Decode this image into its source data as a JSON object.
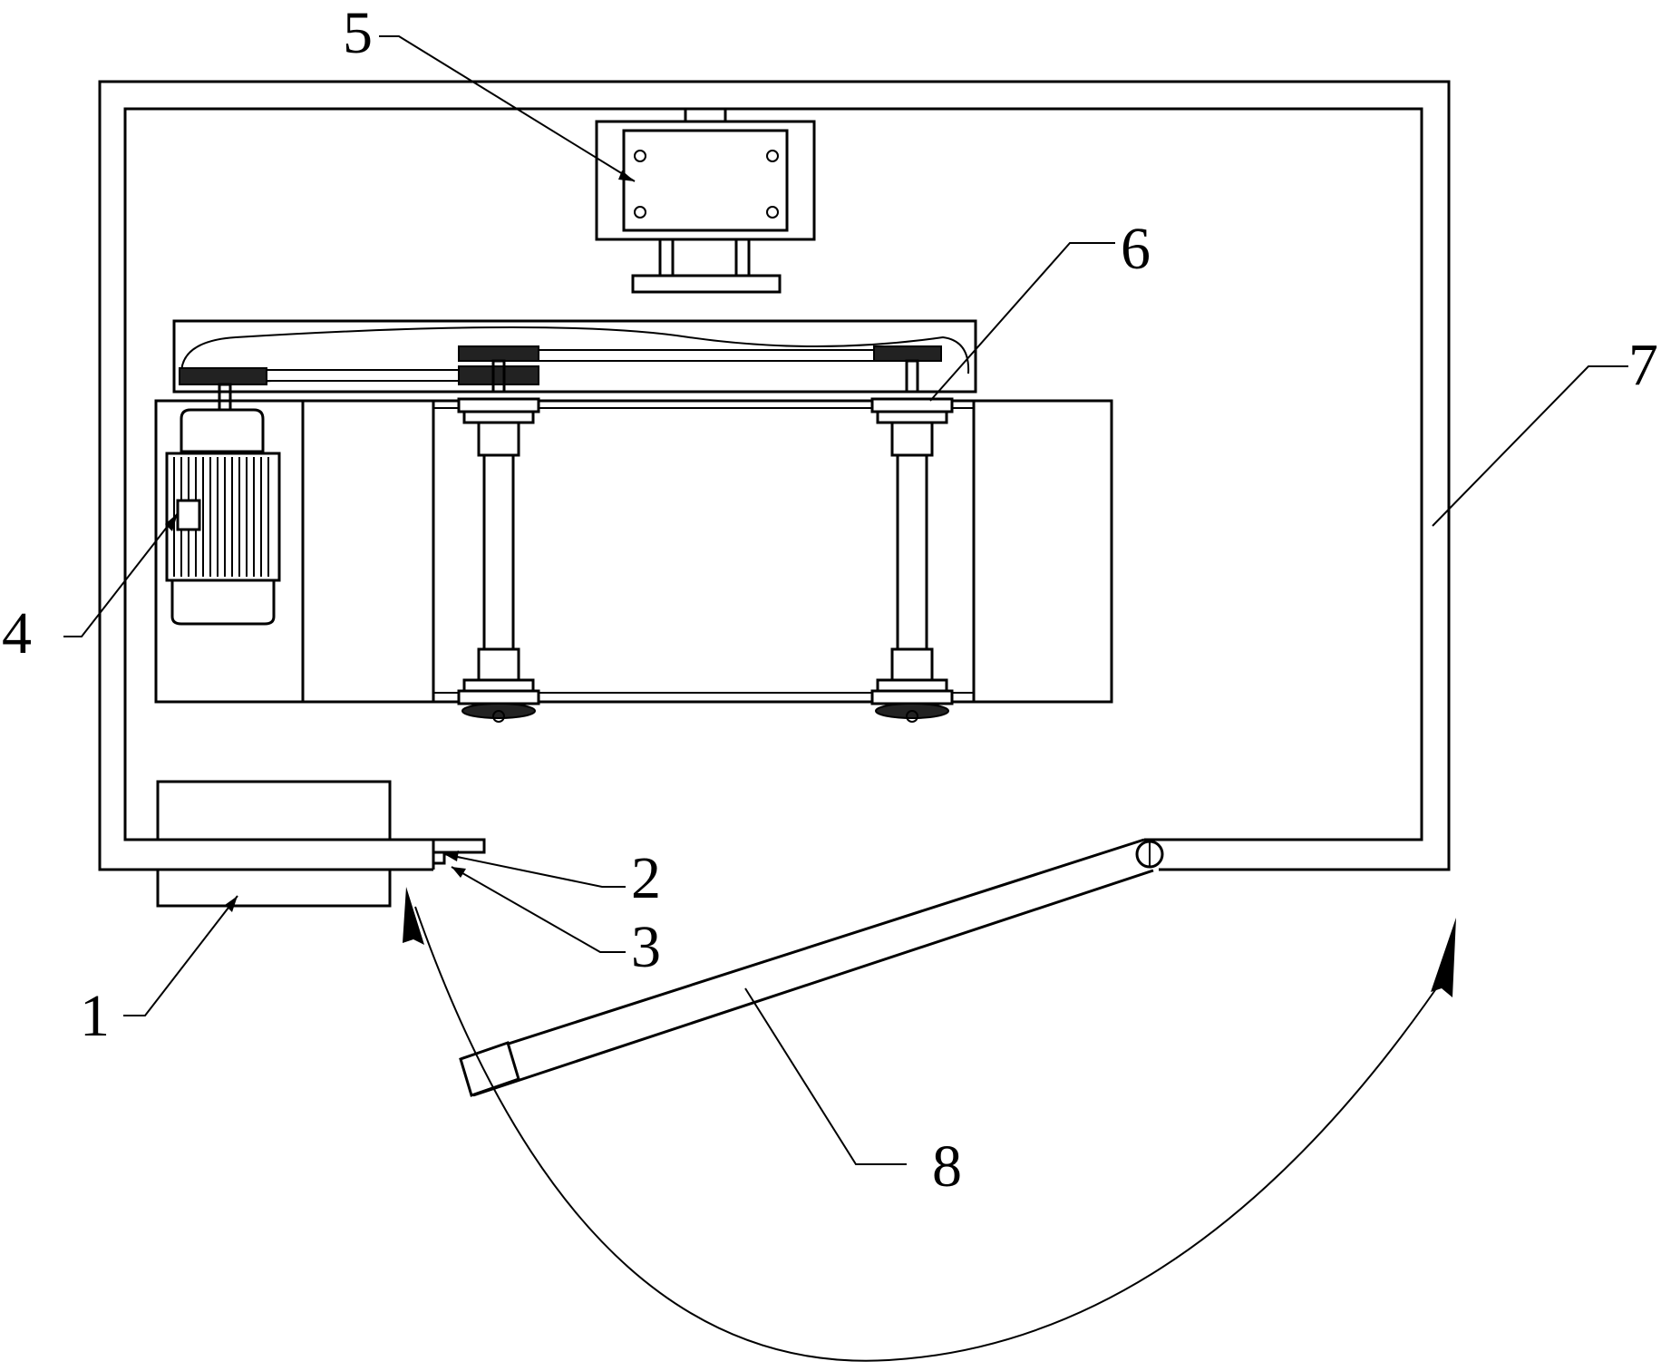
{
  "diagram": {
    "labels": [
      {
        "id": "1",
        "text": "1"
      },
      {
        "id": "2",
        "text": "2"
      },
      {
        "id": "3",
        "text": "3"
      },
      {
        "id": "4",
        "text": "4"
      },
      {
        "id": "5",
        "text": "5"
      },
      {
        "id": "6",
        "text": "6"
      },
      {
        "id": "7",
        "text": "7"
      },
      {
        "id": "8",
        "text": "8"
      }
    ],
    "colors": {
      "line": "#000000",
      "belt": "#222222",
      "background": "#ffffff"
    }
  }
}
